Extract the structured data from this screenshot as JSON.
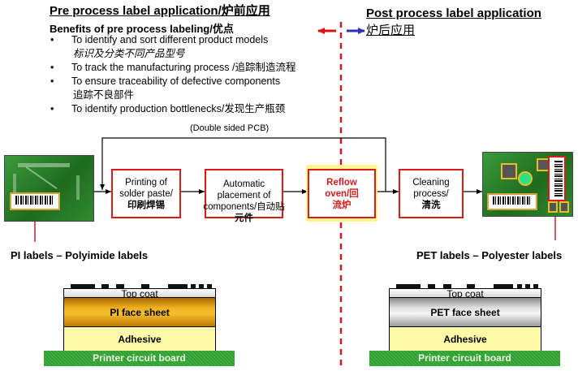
{
  "pre_process": {
    "title": "Pre process label application/炉前应用",
    "benefits_heading": "Benefits of pre process labeling/优点",
    "bullets": [
      {
        "en": "To identify and sort different product models",
        "cn": "标识及分类不同产品型号"
      },
      {
        "en": "To track the manufacturing process /追踪制造流程",
        "cn": ""
      },
      {
        "en": "To ensure traceability of defective components",
        "cn": "追踪不良部件"
      },
      {
        "en": "To identify production bottlenecks/发现生产瓶颈",
        "cn": ""
      }
    ],
    "bullet_char": "•"
  },
  "post_process": {
    "title": "Post process label application",
    "title_cn": "炉后应用"
  },
  "flow": {
    "loop_label": "(Double sided PCB)",
    "steps": [
      {
        "lines": [
          "Printing of",
          "solder paste/",
          "印刷焊锡"
        ]
      },
      {
        "lines": [
          "Automatic",
          "placement of",
          "components/自动贴",
          "元件"
        ]
      },
      {
        "lines": [
          "Reflow",
          "oven/回",
          "流炉"
        ]
      },
      {
        "lines": [
          "Cleaning",
          "process/",
          "清洗"
        ]
      }
    ],
    "highlight_color": "#d81c1c",
    "reflow_glow_color": "#fff27a"
  },
  "pi_label": {
    "heading": "PI labels – Polyimide labels",
    "layers": {
      "top_coat": "Top coat",
      "face_sheet": "PI face sheet",
      "adhesive": "Adhesive",
      "substrate": "Printer circuit board"
    }
  },
  "pet_label": {
    "heading": "PET labels – Polyester labels",
    "layers": {
      "top_coat": "Top coat",
      "face_sheet": "PET face sheet",
      "adhesive": "Adhesive",
      "substrate": "Printer circuit board"
    }
  },
  "colors": {
    "divider": "#c0202a",
    "arrow_left": "#e01010",
    "arrow_right": "#3030b0"
  }
}
